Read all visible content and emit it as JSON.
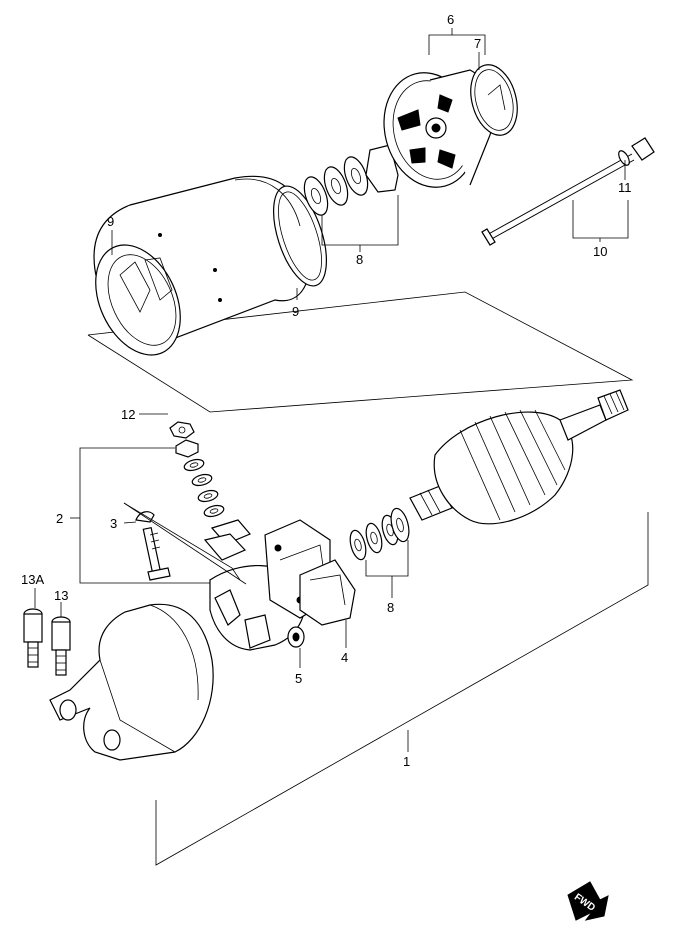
{
  "diagram": {
    "callouts": {
      "c1": "1",
      "c2": "2",
      "c3": "3",
      "c4": "4",
      "c5": "5",
      "c6": "6",
      "c7": "7",
      "c8a": "8",
      "c8b": "8",
      "c9a": "9",
      "c9b": "9",
      "c10": "10",
      "c11": "11",
      "c12": "12",
      "c13": "13",
      "c13a": "13A"
    },
    "fwd_badge": "FWD"
  }
}
